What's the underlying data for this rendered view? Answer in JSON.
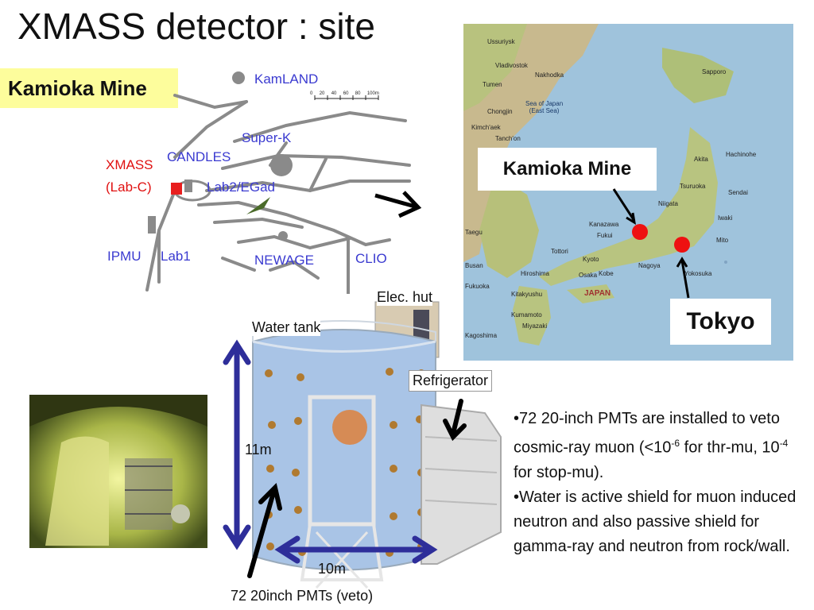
{
  "title": "XMASS detector : site",
  "mine_label": "Kamioka Mine",
  "mine_map": {
    "kamland": "KamLAND",
    "superk": "Super-K",
    "candles": "CANDLES",
    "xmass": "XMASS",
    "labc": "(Lab-C)",
    "lab2": "Lab2/EGad",
    "ipmu": "IPMU",
    "lab1": "Lab1",
    "newage": "NEWAGE",
    "clio": "CLIO",
    "scale": [
      "0",
      "20",
      "40",
      "60",
      "80",
      "100m"
    ]
  },
  "japan_map": {
    "kamioka_callout": "Kamioka Mine",
    "tokyo_callout": "Tokyo",
    "places": [
      "Ussuriysk",
      "Vladivostok",
      "Nakhodka",
      "Tumen",
      "Chongjin",
      "Kimch'aek",
      "Tanch'on",
      "Sapporo",
      "Akita",
      "Hachinohe",
      "Sendai",
      "Niigata",
      "Iwaki",
      "Kanazawa",
      "Fukui",
      "Kyoto",
      "Nagoya",
      "Kobe",
      "Osaka",
      "Hiroshima",
      "Fukuoka",
      "Kumamoto",
      "Kagoshima",
      "Miyazaki",
      "Busan",
      "Taegu",
      "Tottori",
      "JAPAN",
      "Mito",
      "Yokosuka",
      "Kitakyushu",
      "Tsuruoka"
    ],
    "sea_labels": [
      "Sea of Japan",
      "(East Sea)"
    ],
    "marker_color": "#ee1111"
  },
  "detector": {
    "elec_hut": "Elec. hut",
    "water_tank": "Water tank",
    "refrigerator": "Refrigerator",
    "height": "11m",
    "width": "10m",
    "pmts": "72  20inch PMTs (veto)",
    "arrow_color": "#2e2e9a"
  },
  "bullets": {
    "b1_a": "•72 20-inch PMTs are installed to veto cosmic-ray muon (<10",
    "b1_sup1": "-6",
    "b1_b": " for thr-mu, 10",
    "b1_sup2": "-4",
    "b1_c": " for stop-mu).",
    "b2": "•Water is active shield for muon induced neutron and also passive shield for gamma-ray and neutron from rock/wall."
  }
}
